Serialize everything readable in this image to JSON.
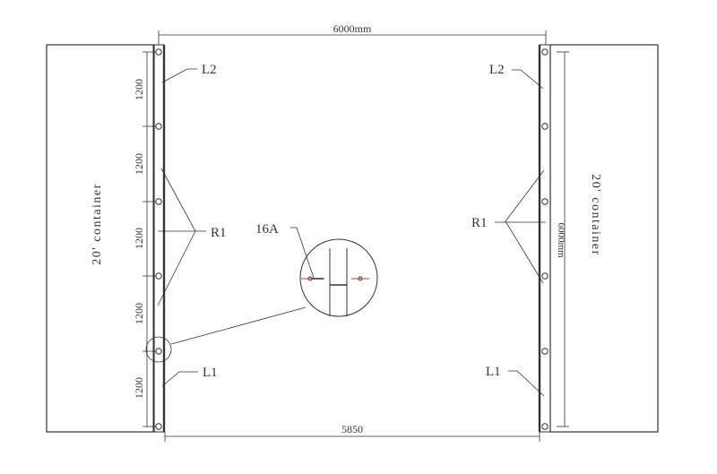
{
  "diagram": {
    "top_dimension": "6000mm",
    "bottom_dimension": "5850",
    "right_vertical_dimension": "6000mm",
    "left_segment_dimensions": [
      "1200",
      "1200",
      "1200",
      "1200",
      "1200"
    ],
    "left_container_label": "20' container",
    "right_container_label": "20' container",
    "labels": {
      "left_top": "L2",
      "left_bottom": "L1",
      "right_top": "L2",
      "right_bottom": "L1",
      "left_middle": "R1",
      "right_middle": "R1",
      "detail": "16A"
    },
    "colors": {
      "line": "#333333",
      "accent": "#d9302c"
    }
  }
}
